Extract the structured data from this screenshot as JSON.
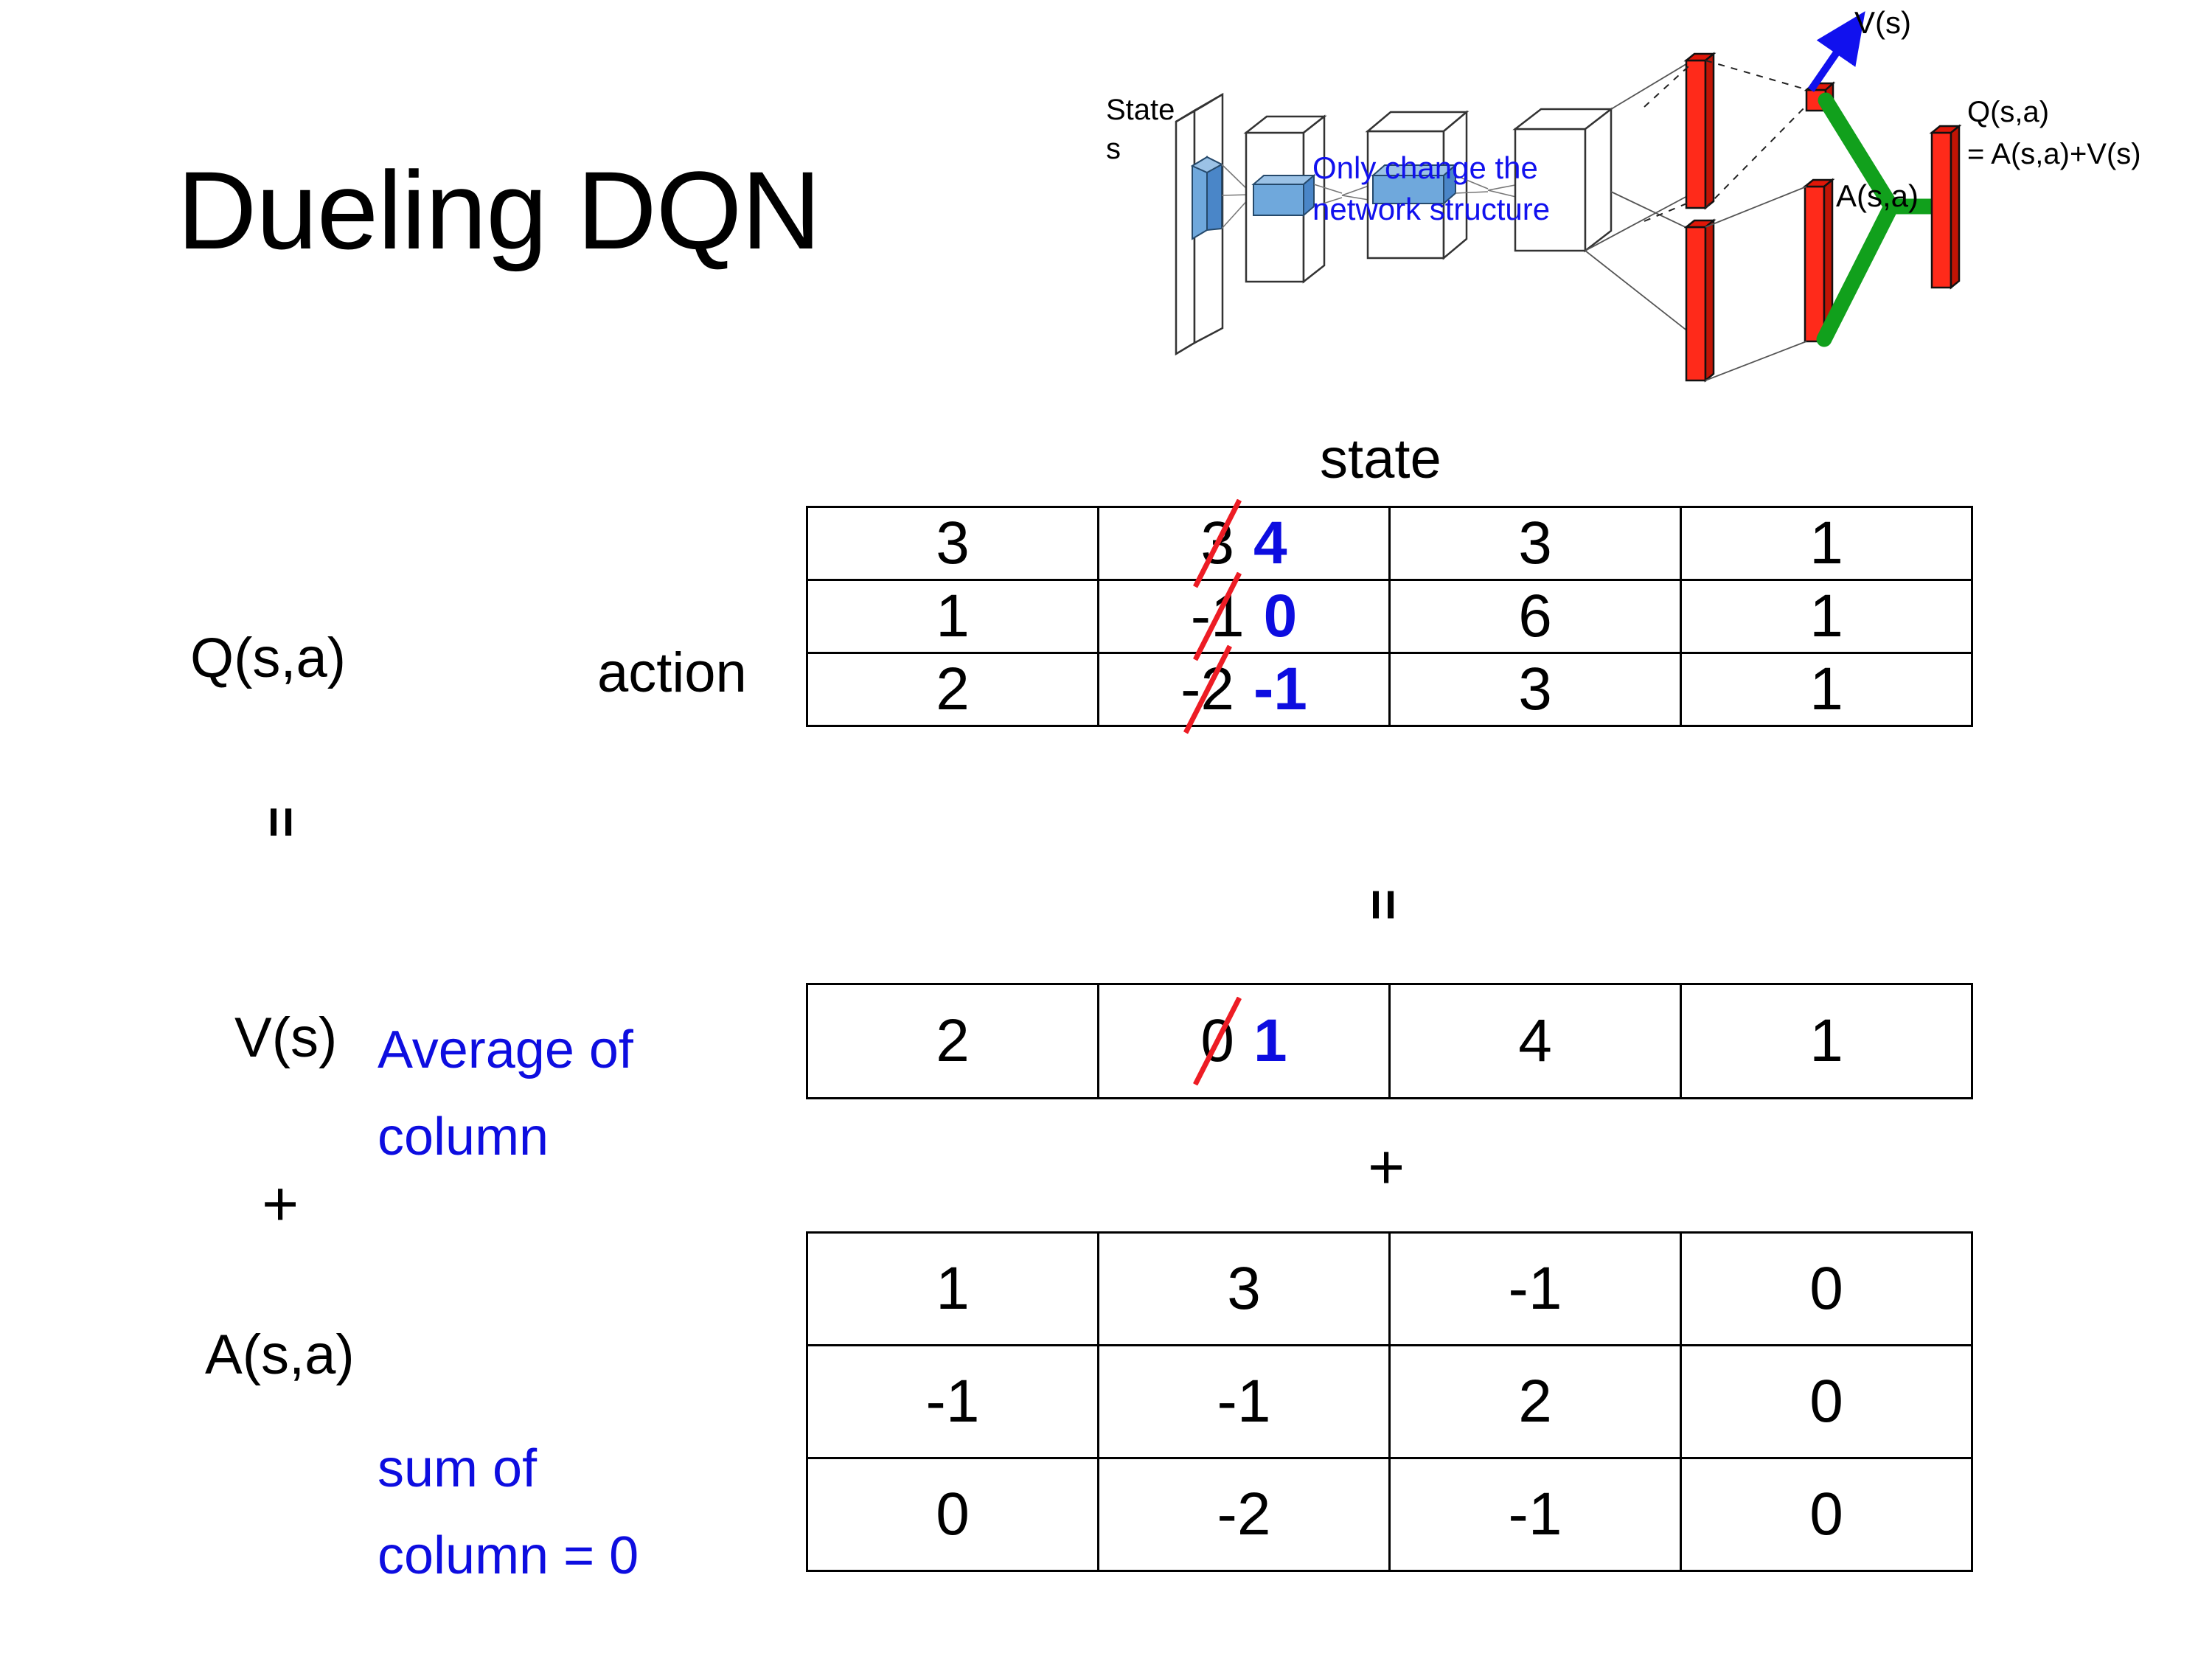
{
  "slide": {
    "title": "Dueling DQN"
  },
  "diagram": {
    "input_label_line1": "State",
    "input_label_line2": "s",
    "note_line1": "Only change the",
    "note_line2": "network structure",
    "value_label": "V(s)",
    "advantage_label": "A(s,a)",
    "q_label_line1": "Q(s,a)",
    "q_label_line2": "= A(s,a)+V(s)",
    "colors": {
      "input_slab": "#5B9BD5",
      "head_bar": "#FF2A1A",
      "merge": "#11A01C",
      "value_arrow": "#1111EE",
      "note_text": "#1111EE"
    }
  },
  "axes": {
    "state_label": "state",
    "action_label": "action"
  },
  "labels": {
    "q_label": "Q(s,a)",
    "v_label": "V(s)",
    "a_label": "A(s,a)",
    "equals_q_to_sum": "=",
    "equals_table_to_tables": "=",
    "plus_left": "+",
    "plus_between_tables": "+",
    "avg_note_line1": "Average of",
    "avg_note_line2": "column",
    "sum_note_line1": "sum of",
    "sum_note_line2": "column = 0"
  },
  "colors": {
    "correction_new": "#0D0DE0",
    "strikethrough": "#ED1C24",
    "annotation_blue": "#0D0DE0"
  },
  "chart_data": {
    "type": "table",
    "title": "Dueling DQN decomposition Q(s,a) = V(s) + A(s,a)",
    "xlabel": "state",
    "ylabel": "action",
    "tables": [
      {
        "name": "Q(s,a)",
        "rows": 3,
        "cols": 4,
        "values": [
          [
            "3",
            "3",
            "3",
            "1"
          ],
          [
            "1",
            "-1",
            "6",
            "1"
          ],
          [
            "2",
            "-2",
            "3",
            "1"
          ]
        ],
        "corrections": [
          {
            "row": 0,
            "col": 1,
            "old": "3",
            "new": "4"
          },
          {
            "row": 1,
            "col": 1,
            "old": "-1",
            "new": "0"
          },
          {
            "row": 2,
            "col": 1,
            "old": "-2",
            "new": "-1"
          }
        ]
      },
      {
        "name": "V(s)",
        "rows": 1,
        "cols": 4,
        "values": [
          [
            "2",
            "0",
            "4",
            "1"
          ]
        ],
        "corrections": [
          {
            "row": 0,
            "col": 1,
            "old": "0",
            "new": "1"
          }
        ]
      },
      {
        "name": "A(s,a)",
        "rows": 3,
        "cols": 4,
        "values": [
          [
            "1",
            "3",
            "-1",
            "0"
          ],
          [
            "-1",
            "-1",
            "2",
            "0"
          ],
          [
            "0",
            "-2",
            "-1",
            "0"
          ]
        ],
        "corrections": []
      }
    ]
  }
}
